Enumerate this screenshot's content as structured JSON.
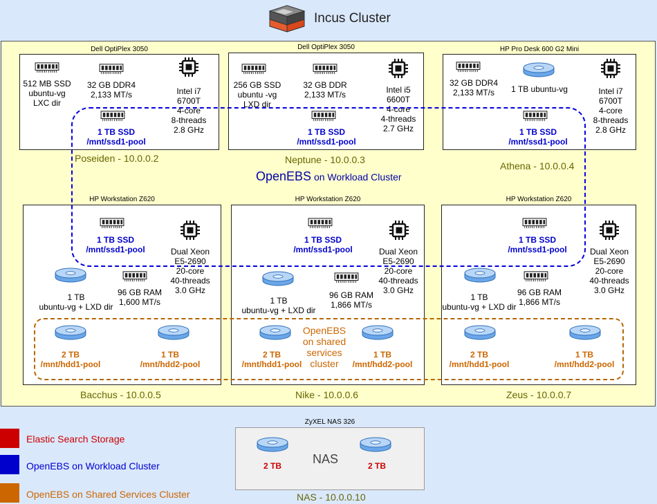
{
  "title": "Incus Cluster",
  "colors": {
    "workload": "#0000dd",
    "shared": "#cc6600",
    "elastic": "#cc0000",
    "cluster_bg": "#ffffcc",
    "page_bg": "#dae8fc"
  },
  "nodes": {
    "poseiden": {
      "model": "Dell OptiPlex 3050",
      "storage": "512 MB SSD\nubuntu-vg\nLXC dir",
      "ram": "32 GB DDR4\n2,133 MT/s",
      "cpu": "Intel i7\n6700T\n4-core\n8-threads\n2.8 GHz",
      "ssd": "1 TB SSD\n/mnt/ssd1-pool",
      "host": "Poseiden - 10.0.0.2"
    },
    "neptune": {
      "model": "Dell OptiPlex 3050",
      "storage": "256 GB SSD\nubuntu -vg\nLXD dir",
      "ram": "32 GB DDR\n2,133 MT/s",
      "cpu": "Intel i5\n6600T\n4-core\n4-threads\n2.7 GHz",
      "ssd": "1 TB SSD\n/mnt/ssd1-pool",
      "host": "Neptune - 10.0.0.3"
    },
    "athena": {
      "model": "HP Pro Desk 600 G2 Mini",
      "ram": "32 GB DDR4\n2,133 MT/s",
      "storage": "1 TB ubuntu-vg",
      "cpu": "Intel i7\n6700T\n4-core\n8-threads\n2.8 GHz",
      "ssd": "1 TB SSD\n/mnt/ssd1-pool",
      "host": "Athena - 10.0.0.4"
    },
    "bacchus": {
      "model": "HP Workstation Z620",
      "ssd": "1 TB SSD\n/mnt/ssd1-pool",
      "cpu": "Dual Xeon\nE5-2690\n20-core\n40-threads\n3.0 GHz",
      "disk": "1 TB\nubuntu-vg + LXD dir",
      "ram": "96 GB RAM\n1,600 MT/s",
      "hdd1": "2 TB\n/mnt/hdd1-pool",
      "hdd2": "1 TB\n/mnt/hdd2-pool",
      "host": "Bacchus - 10.0.0.5"
    },
    "nike": {
      "model": "HP Workstation Z620",
      "ssd": "1 TB SSD\n/mnt/ssd1-pool",
      "cpu": "Dual Xeon\nE5-2690\n20-core\n40-threads\n3.0 GHz",
      "disk": "1 TB\nubuntu-vg + LXD dir",
      "ram": "96 GB RAM\n1,866 MT/s",
      "hdd1": "2 TB\n/mnt/hdd1-pool",
      "hdd2": "1 TB\n/mnt/hdd2-pool",
      "host": "Nike - 10.0.0.6"
    },
    "zeus": {
      "model": "HP Workstation Z620",
      "ssd": "1 TB SSD\n/mnt/ssd1-pool",
      "cpu": "Dual Xeon\nE5-2690\n20-core\n40-threads\n3.0 GHz",
      "disk": "1 TB\nubuntu-vg + LXD dir",
      "ram": "96 GB RAM\n1,866 MT/s",
      "hdd1": "2 TB\n/mnt/hdd1-pool",
      "hdd2": "1 TB\n/mnt/hdd2-pool",
      "host": "Zeus - 10.0.0.7"
    }
  },
  "openebs_workload": {
    "main": "OpenEBS",
    "sub": " on Workload Cluster"
  },
  "openebs_shared": "OpenEBS\non shared\nservices\ncluster",
  "nas": {
    "model": "ZyXEL NAS 326",
    "label": "NAS",
    "disk1": "2 TB",
    "disk2": "2 TB",
    "host": "NAS - 10.0.0.10"
  },
  "legend": {
    "elastic": "Elastic Search Storage",
    "workload": "OpenEBS on Workload Cluster",
    "shared": "OpenEBS on Shared Services Cluster"
  }
}
